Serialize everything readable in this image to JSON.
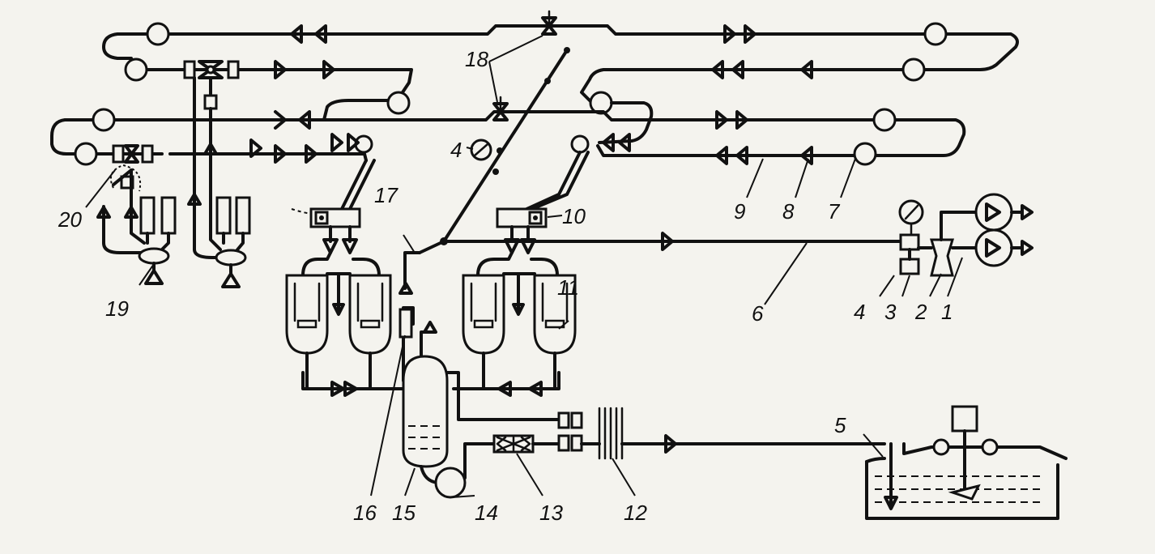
{
  "labels": {
    "l1": "1",
    "l2": "2",
    "l3": "3",
    "l4a": "4",
    "l4b": "4",
    "l5": "5",
    "l6": "6",
    "l7": "7",
    "l8": "8",
    "l9": "9",
    "l10": "10",
    "l11": "11",
    "l12": "12",
    "l13": "13",
    "l14": "14",
    "l15": "15",
    "l16": "16",
    "l17": "17",
    "l18": "18",
    "l19": "19",
    "l20": "20"
  }
}
